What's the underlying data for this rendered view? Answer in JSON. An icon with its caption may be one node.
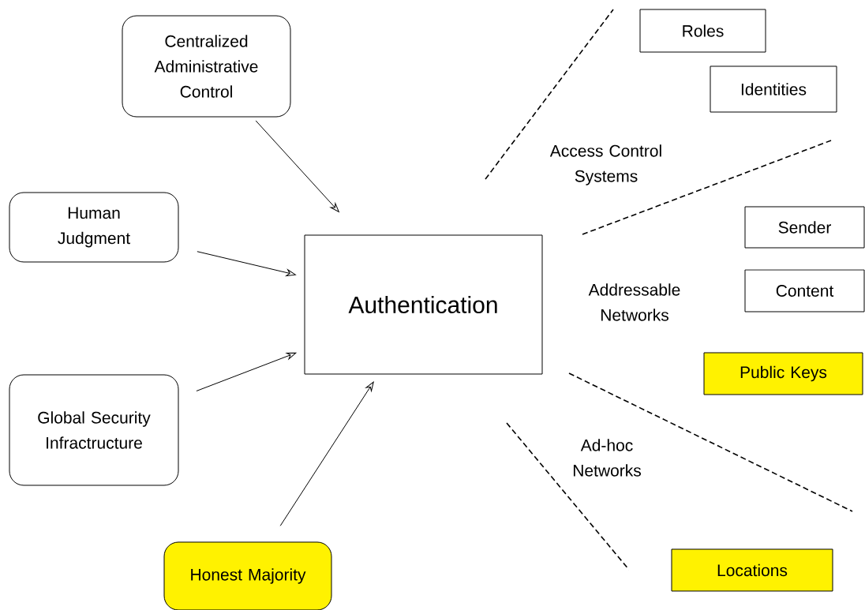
{
  "diagram": {
    "nodes": [
      {
        "text": [
          "Centralized Administrative Control"
        ]
      },
      {
        "text": [
          "Human Judgment"
        ]
      },
      {
        "text": [
          "Global Security Infractructure"
        ]
      },
      {
        "text": [
          "Honest Majority"
        ]
      },
      {
        "text": [
          "Authentication"
        ]
      },
      {
        "text": [
          "Roles"
        ]
      },
      {
        "text": [
          "Identities"
        ]
      },
      {
        "text": [
          "Sender"
        ]
      },
      {
        "text": [
          "Content"
        ]
      },
      {
        "text": [
          "Public Keys"
        ]
      },
      {
        "text": [
          "Locations"
        ]
      }
    ],
    "edges": [
      {
        "from": 0,
        "to": 4,
        "arrow": "to"
      },
      {
        "from": 1,
        "to": 4,
        "arrow": "to"
      },
      {
        "from": 2,
        "to": 4,
        "arrow": "to"
      },
      {
        "from": 3,
        "to": 4,
        "arrow": "to"
      }
    ],
    "labels": [
      "Access Control Systems",
      "Addressable Networks",
      "Ad-hoc Networks"
    ]
  }
}
